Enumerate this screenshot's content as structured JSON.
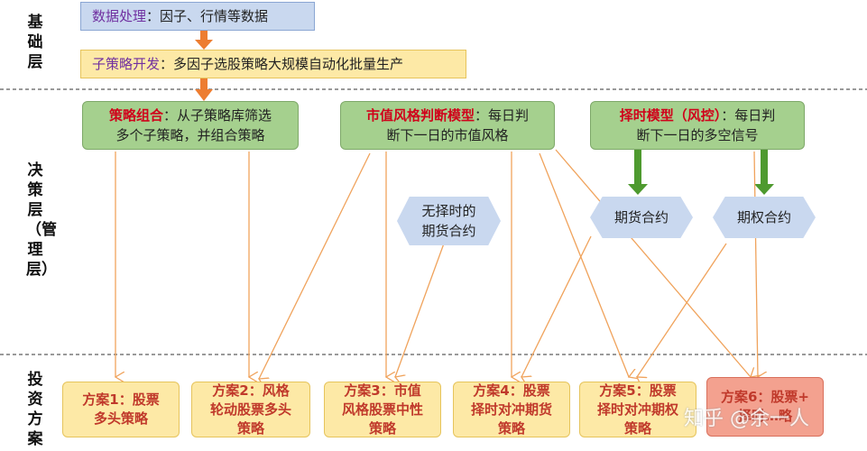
{
  "layers": {
    "base": "基础层",
    "decision": "决策层（管理层）",
    "invest": "投资方案"
  },
  "base": {
    "data_processing": {
      "title": "数据处理",
      "desc": "：因子、行情等数据"
    },
    "sub_strategy": {
      "title": "子策略开发",
      "desc": "：多因子选股策略大规模自动化批量生产"
    }
  },
  "decision": {
    "combo": {
      "title": "策略组合",
      "desc1": "：从子策略库筛选",
      "desc2": "多个子策略，并组合策略"
    },
    "style": {
      "title": "市值风格判断模型",
      "desc1": "：每日判",
      "desc2": "断下一日的市值风格"
    },
    "timing": {
      "title": "择时模型（风控）",
      "desc1": "：每日判",
      "desc2": "断下一日的多空信号"
    },
    "no_timing_futures": {
      "line1": "无择时的",
      "line2": "期货合约"
    },
    "futures": "期货合约",
    "options": "期权合约"
  },
  "plans": [
    {
      "line1": "方案1：股票",
      "line2": "多头策略",
      "line3": ""
    },
    {
      "line1": "方案2：风格",
      "line2": "轮动股票多头",
      "line3": "策略"
    },
    {
      "line1": "方案3：市值",
      "line2": "风格股票中性",
      "line3": "策略"
    },
    {
      "line1": "方案4：股票",
      "line2": "择时对冲期货",
      "line3": "策略"
    },
    {
      "line1": "方案5：股票",
      "line2": "择时对冲期权",
      "line3": "策略"
    },
    {
      "line1": "方案6：股票+",
      "line2": "择时…略",
      "line3": ""
    }
  ],
  "watermark": "知乎 @余一人",
  "colors": {
    "orange_arrow": "#ed7d31",
    "green_arrow": "#4e9a2f",
    "hollow_arrow": "#f0a35c"
  }
}
